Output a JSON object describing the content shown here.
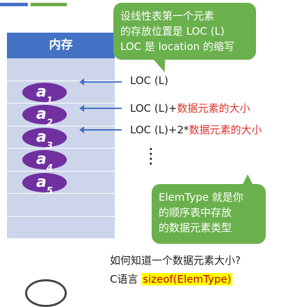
{
  "memory": {
    "header": "内存",
    "elements": [
      {
        "base": "a",
        "sub": "1"
      },
      {
        "base": "a",
        "sub": "2"
      },
      {
        "base": "a",
        "sub": "3"
      },
      {
        "base": "a",
        "sub": "4"
      },
      {
        "base": "a",
        "sub": "5"
      }
    ]
  },
  "arrows": [
    {
      "text": "LOC (L)",
      "red": ""
    },
    {
      "text": "LOC (L)+",
      "red": "数据元素的大小"
    },
    {
      "text": "LOC (L)+2*",
      "red": "数据元素的大小"
    }
  ],
  "bubble_top": {
    "lines": [
      "设线性表第一个元素",
      "的存放位置是 LOC (L)",
      "LOC 是 location 的缩写"
    ]
  },
  "bubble_bottom": {
    "lines": [
      "ElemType 就是你",
      "的顺序表中存放",
      "的数据元素类型"
    ]
  },
  "question": "如何知道一个数据元素大小?",
  "c_lang": {
    "prefix": "C语言 ",
    "code": "sizeof(ElemType)"
  },
  "ellipsis": "⋮",
  "colors": {
    "header": "#4472c4",
    "cell": "#cdd5ea",
    "element": "#7030a0",
    "bubble": "#6ab04c",
    "red_text": "#e0322b"
  }
}
